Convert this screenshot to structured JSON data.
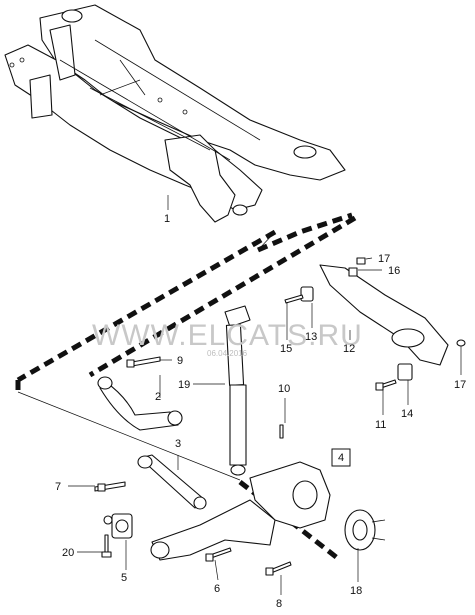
{
  "watermark": {
    "text": "WWW.ELCATS.RU",
    "date": "06.04.2016"
  },
  "callouts": [
    "1",
    "2",
    "3",
    "5",
    "6",
    "7",
    "8",
    "9",
    "10",
    "11",
    "12",
    "13",
    "14",
    "15",
    "16",
    "17",
    "17",
    "18",
    "19",
    "20"
  ],
  "boxed_label": "4"
}
